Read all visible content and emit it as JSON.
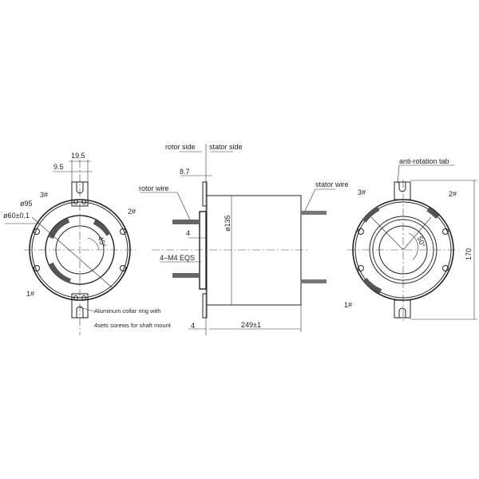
{
  "front_view": {
    "dim_width_outer": "19.5",
    "dim_width_inner": "9.5",
    "dim_diameter_95": "ø95",
    "dim_bore": "ø60±0.1",
    "angle": "45°",
    "ports": [
      "1#",
      "2#",
      "3#"
    ],
    "note_line1": "Aluminum collar ring with",
    "note_line2": "4sets sorews for shaft mount"
  },
  "side_view": {
    "rotor_side": "rotor side",
    "stator_side": "stator side",
    "dim_flange_offset": "8.7",
    "rotor_wire": "rotor wire",
    "dim_4_top": "4",
    "screws": "4–M4 EQS",
    "dim_body_diameter": "ø135",
    "dim_4_bottom": "4",
    "dim_length": "249±1",
    "stator_wire": "stator wire"
  },
  "rear_view": {
    "anti_rotation_tab": "anti-rotation tab",
    "ports": [
      "1#",
      "2#",
      "3#"
    ],
    "angle": "50°",
    "dim_height": "170"
  }
}
